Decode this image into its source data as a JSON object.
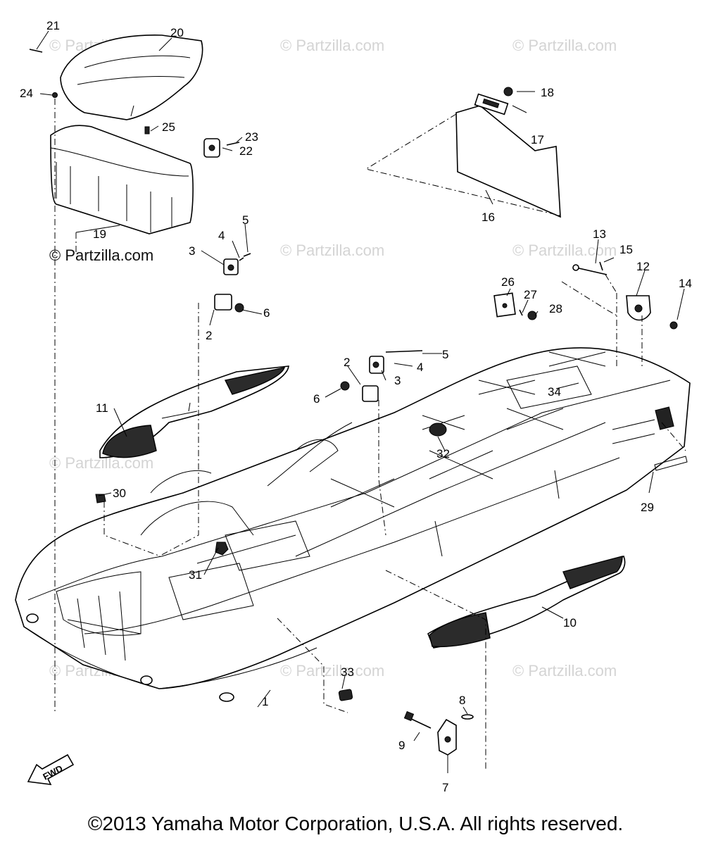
{
  "watermark_text": "© Partzilla.com",
  "brand_label": "© Partzilla.com",
  "copyright": "©2013  Yamaha Motor Corporation, U.S.A. All rights reserved.",
  "fwd_label": "FWD",
  "callouts": {
    "c1": "1",
    "c2a": "2",
    "c2b": "2",
    "c3a": "3",
    "c3b": "3",
    "c4a": "4",
    "c4b": "4",
    "c5a": "5",
    "c5b": "5",
    "c6a": "6",
    "c6b": "6",
    "c7": "7",
    "c8": "8",
    "c9": "9",
    "c10": "10",
    "c11": "11",
    "c12": "12",
    "c13": "13",
    "c14": "14",
    "c15": "15",
    "c16": "16",
    "c17": "17",
    "c18": "18",
    "c19": "19",
    "c20": "20",
    "c21": "21",
    "c22": "22",
    "c23": "23",
    "c24": "24",
    "c25": "25",
    "c26": "26",
    "c27": "27",
    "c28": "28",
    "c29": "29",
    "c30": "30",
    "c31": "31",
    "c32": "32",
    "c33": "33",
    "c34": "34"
  }
}
